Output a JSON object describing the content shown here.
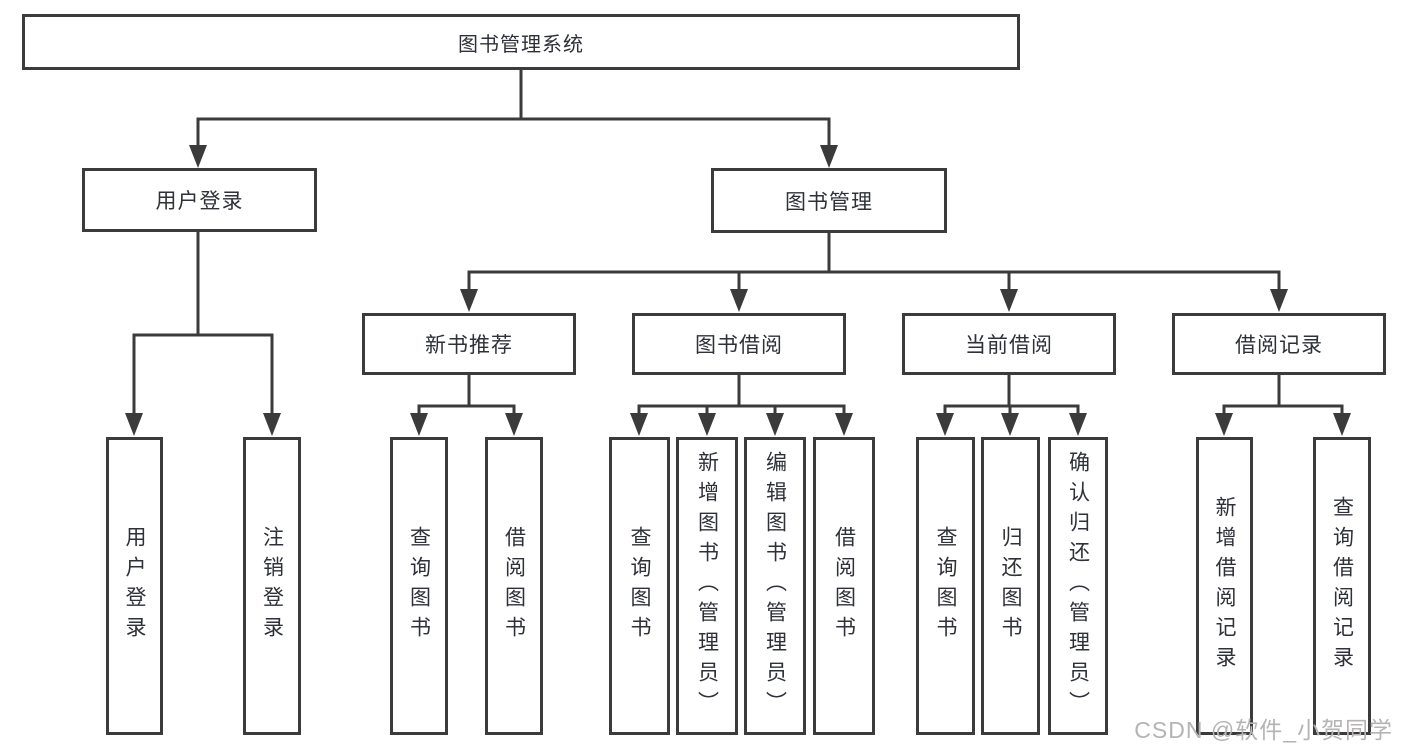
{
  "tree": {
    "label": "图书管理系统",
    "children": [
      {
        "label": "用户登录",
        "children": [
          {
            "label": "用户登录"
          },
          {
            "label": "注销登录"
          }
        ]
      },
      {
        "label": "图书管理",
        "children": [
          {
            "label": "新书推荐",
            "children": [
              {
                "label": "查询图书"
              },
              {
                "label": "借阅图书"
              }
            ]
          },
          {
            "label": "图书借阅",
            "children": [
              {
                "label": "查询图书"
              },
              {
                "label": "新增图书（管理员）"
              },
              {
                "label": "编辑图书（管理员）"
              },
              {
                "label": "借阅图书"
              }
            ]
          },
          {
            "label": "当前借阅",
            "children": [
              {
                "label": "查询图书"
              },
              {
                "label": "归还图书"
              },
              {
                "label": "确认归还（管理员）"
              }
            ]
          },
          {
            "label": "借阅记录",
            "children": [
              {
                "label": "新增借阅记录"
              },
              {
                "label": "查询借阅记录"
              }
            ]
          }
        ]
      }
    ]
  },
  "watermark": {
    "text": "CSDN @软件_小贺同学"
  },
  "colors": {
    "line": "#3b3b3b",
    "text": "#2e3137",
    "watermark": "#b5b3b3",
    "bg": "#ffffff"
  }
}
